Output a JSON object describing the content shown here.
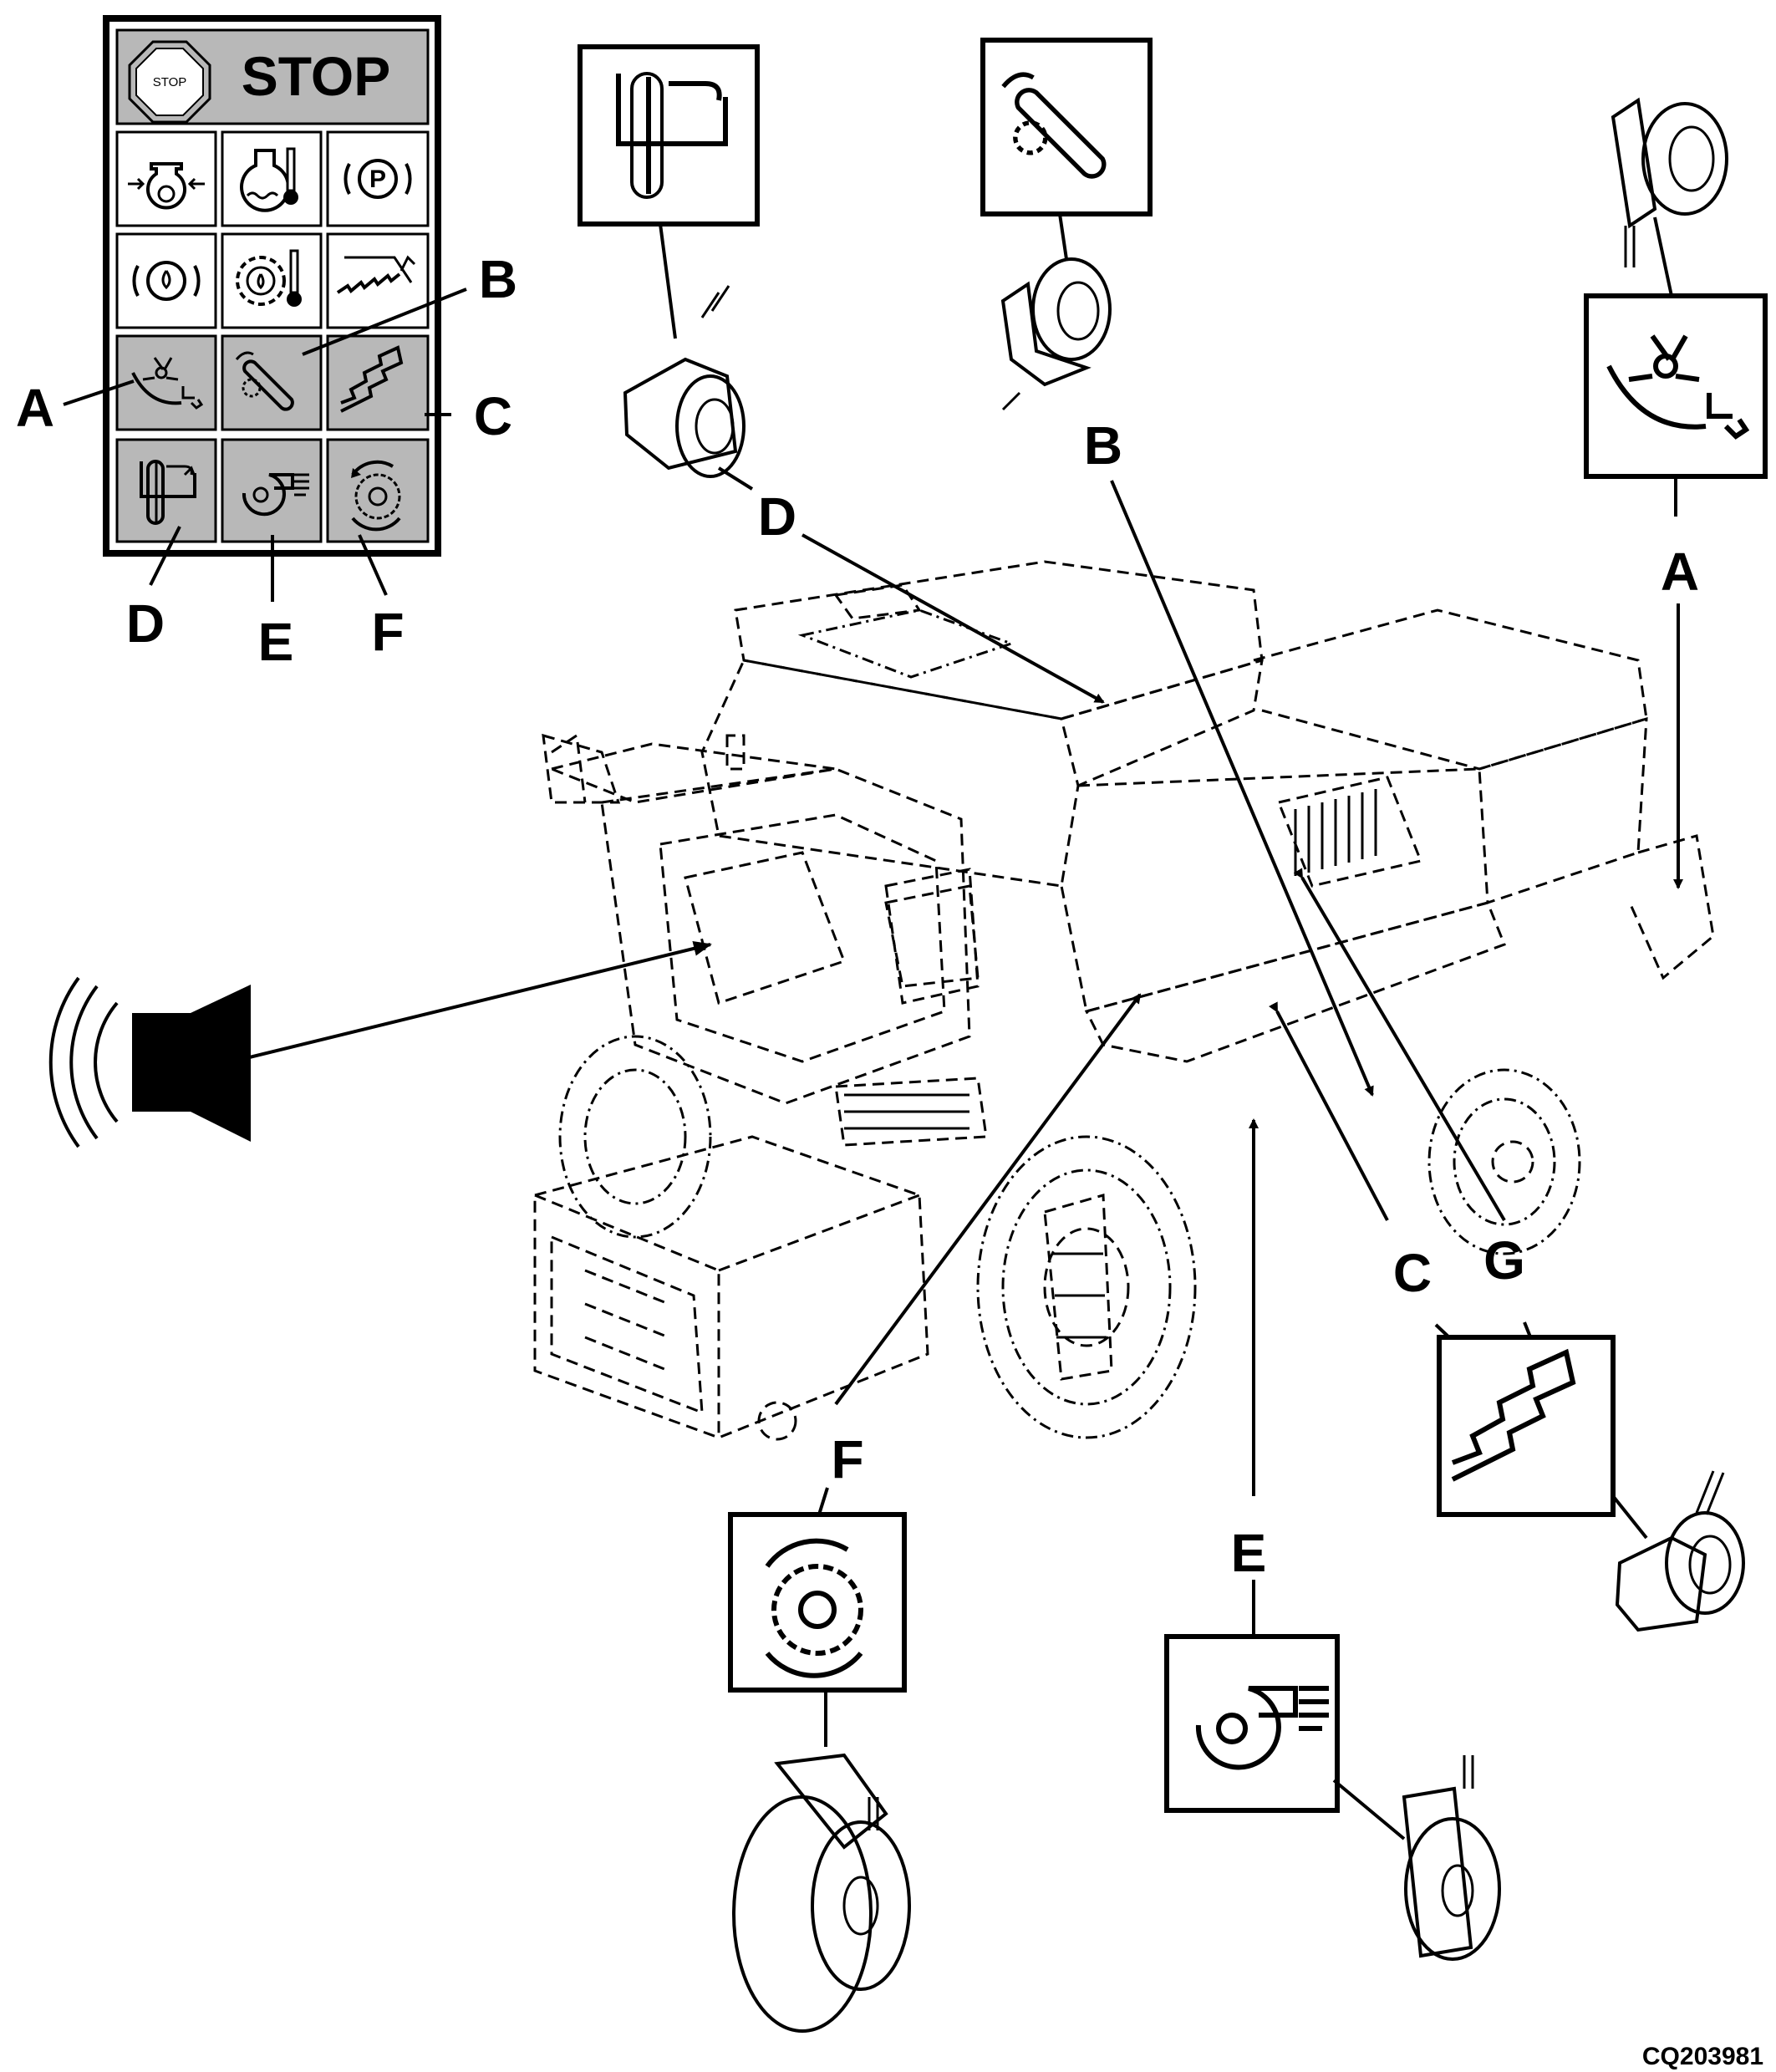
{
  "panel": {
    "stop_label": "STOP",
    "stop_sign_text": "STOP",
    "grid_icons": [
      [
        "engine-oil-pressure-icon",
        "coolant-temperature-icon",
        "parking-brake-icon"
      ],
      [
        "brake-pressure-icon",
        "hydraulic-oil-temperature-icon",
        "header-height-icon"
      ],
      [
        "straw-chopper-icon",
        "grain-elevator-icon",
        "shaft-speed-icon"
      ],
      [
        "tailings-elevator-icon",
        "cleaning-fan-icon",
        "threshing-cylinder-icon"
      ]
    ],
    "labels": {
      "a": "A",
      "b": "B",
      "c": "C",
      "d": "D",
      "e": "E",
      "f": "F"
    }
  },
  "machine_labels": {
    "a": "A",
    "b": "B",
    "c": "C",
    "d": "D",
    "e": "E",
    "f": "F",
    "g": "G"
  },
  "callout_icons": {
    "d": "tailings-elevator-icon",
    "b": "grain-elevator-icon",
    "a": "straw-chopper-icon",
    "cg": "shaft-speed-icon",
    "f": "threshing-cylinder-icon",
    "e": "cleaning-fan-icon",
    "horn": "horn-icon"
  },
  "figure_code": "CQ203981"
}
